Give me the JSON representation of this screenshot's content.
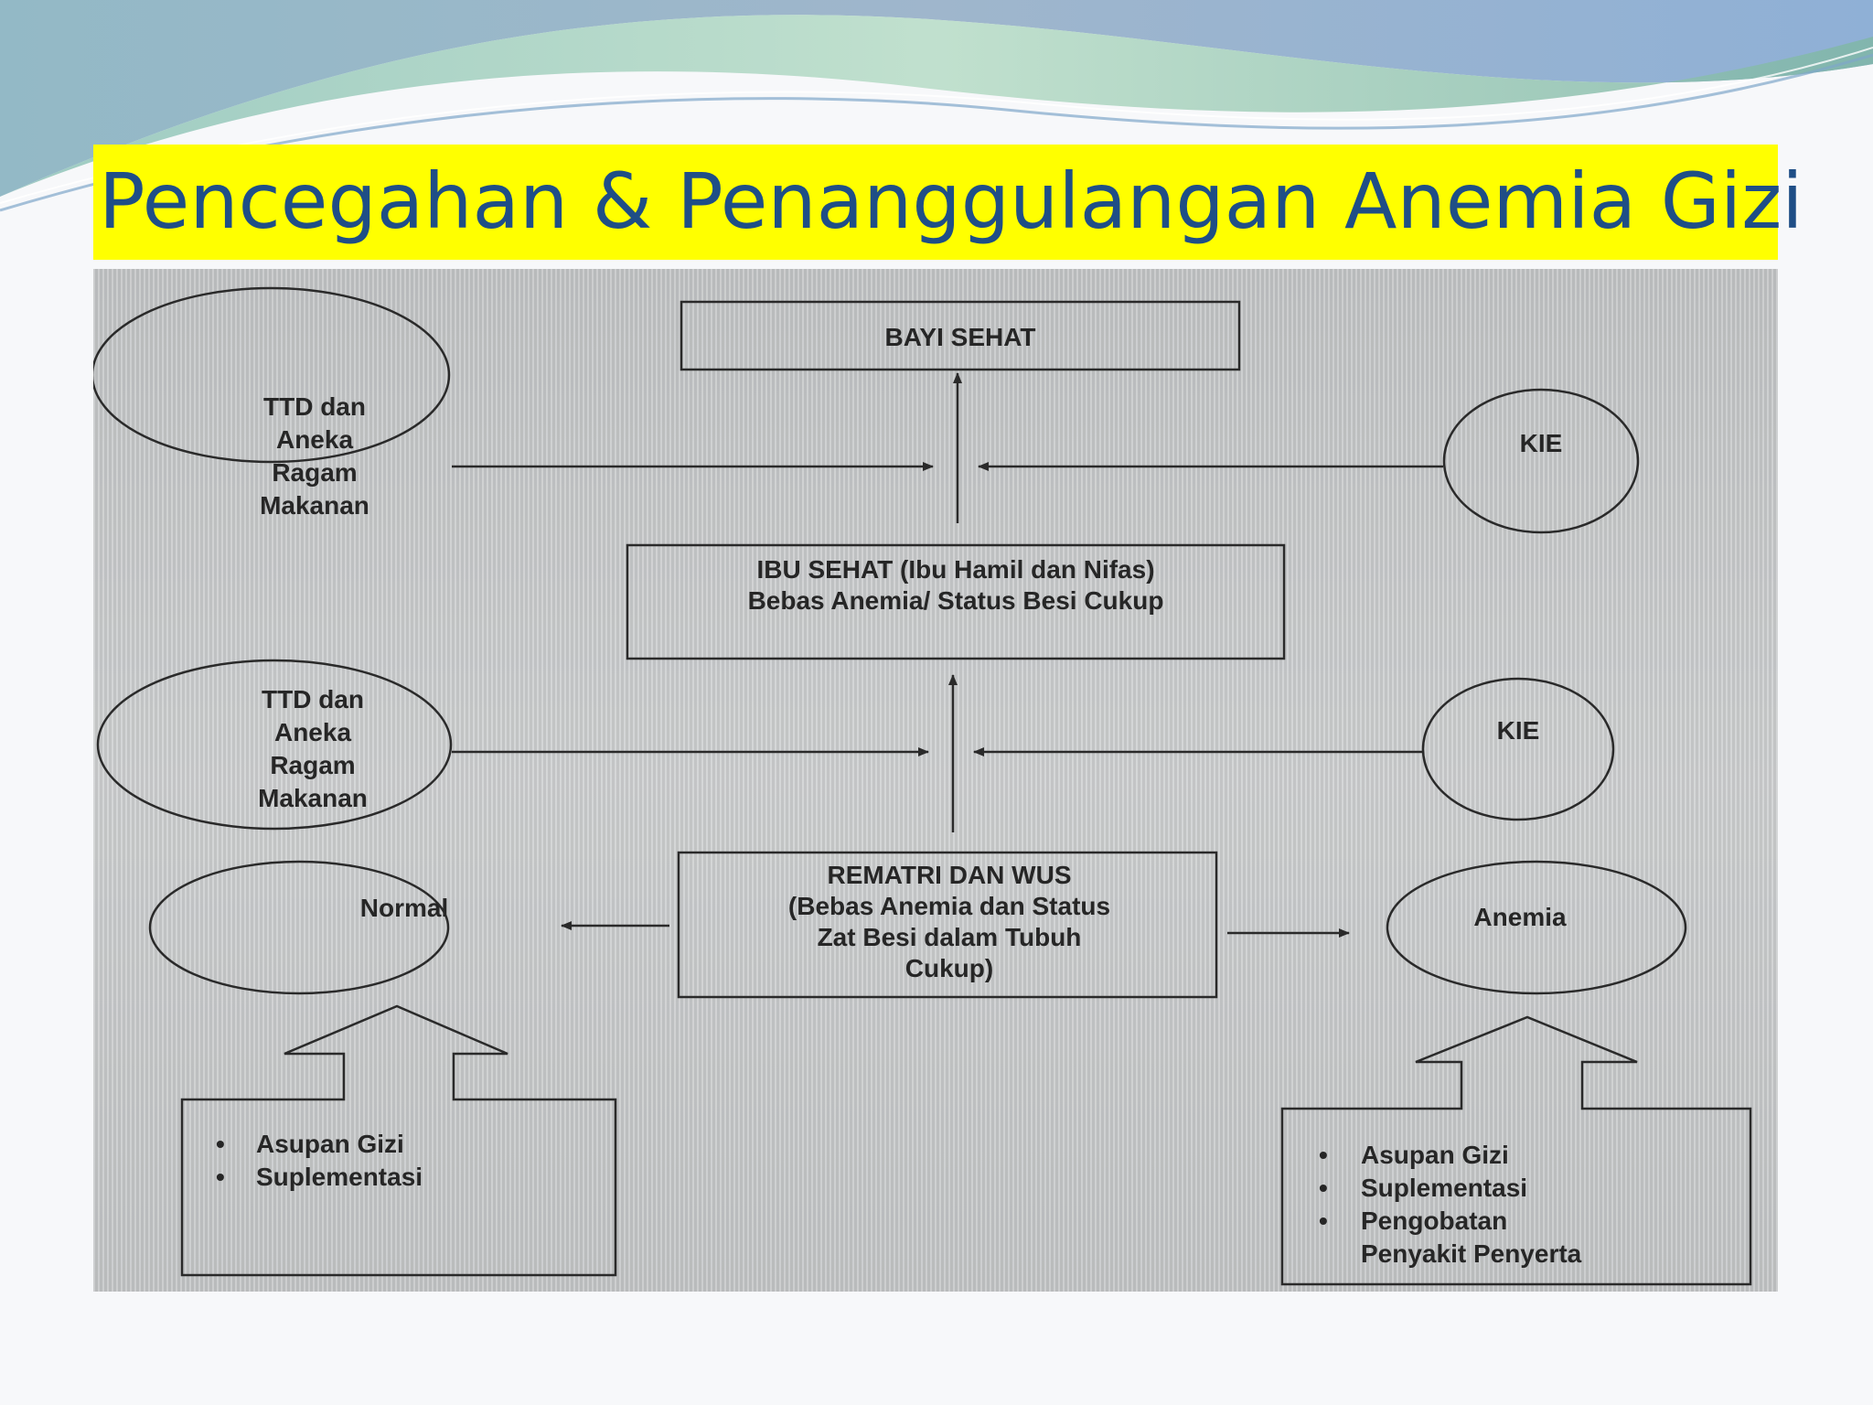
{
  "title": "Pencegahan & Penanggulangan Anemia Gizi",
  "diagram": {
    "bayi_sehat": "BAYI SEHAT",
    "ibu_sehat": {
      "line1": "IBU SEHAT (Ibu Hamil dan Nifas)",
      "line2": "Bebas Anemia/ Status Besi Cukup"
    },
    "ttd_top": [
      "TTD dan",
      "Aneka",
      "Ragam",
      "Makanan"
    ],
    "ttd_mid": [
      "TTD dan",
      "Aneka",
      "Ragam",
      "Makanan"
    ],
    "kie_top": "KIE",
    "kie_mid": "KIE",
    "rematri": [
      "REMATRI DAN WUS",
      "(Bebas Anemia dan Status",
      "Zat Besi dalam Tubuh",
      "Cukup)"
    ],
    "normal": "Normal",
    "anemia": "Anemia",
    "left_box": {
      "bullet": "•",
      "items": [
        "Asupan Gizi",
        "Suplementasi"
      ]
    },
    "right_box": {
      "bullet": "•",
      "items": [
        "Asupan Gizi",
        "Suplementasi",
        "Pengobatan"
      ],
      "continuation": "Penyakit Penyerta"
    }
  },
  "colors": {
    "title_bg": "#ffff00",
    "title_text": "#1f4e86",
    "diagram_line": "#2a2a2a",
    "diagram_text": "#262626"
  }
}
